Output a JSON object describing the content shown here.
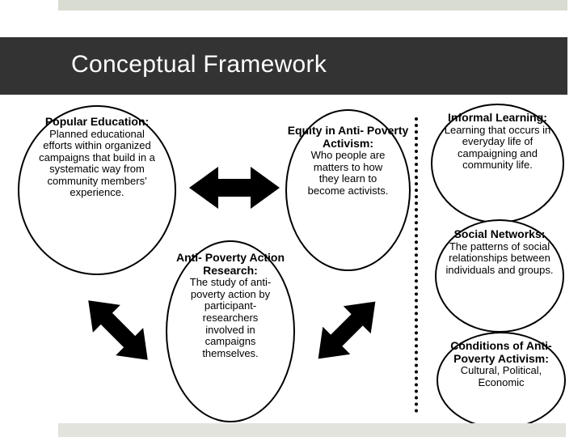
{
  "slide": {
    "title": "Conceptual Framework",
    "title_band_color": "#333333",
    "title_text_color": "#ffffff",
    "accent_bar_color": "#d9dcd1",
    "background_color": "#ffffff",
    "outline_color": "#000000"
  },
  "nodes": {
    "popular_education": {
      "heading": "Popular Education:",
      "body": "Planned educational efforts within organized campaigns that build in a systematic way from community members' experience."
    },
    "equity": {
      "heading": "Equity in Anti- Poverty Activism:",
      "body": "Who people are matters to how they learn to become activists."
    },
    "action_research": {
      "heading": "Anti- Poverty Action Research:",
      "body": "The study of anti-poverty action by participant-researchers involved in campaigns themselves."
    },
    "informal_learning": {
      "heading": "Informal Learning:",
      "body": "Learning that occurs in everyday life of campaigning and community life."
    },
    "social_networks": {
      "heading": "Social Networks:",
      "body": "The patterns of social relationships between individuals and groups."
    },
    "conditions": {
      "heading": "Conditions of Anti- Poverty Activism:",
      "body": "Cultural, Political, Economic"
    }
  },
  "connectors": {
    "horizontal": "double-headed-arrow-horizontal",
    "diagonal_nw_se": "double-headed-arrow-diagonal-nw-se",
    "diagonal_ne_sw": "double-headed-arrow-diagonal-ne-sw",
    "divider": "vertical-dotted-divider"
  }
}
